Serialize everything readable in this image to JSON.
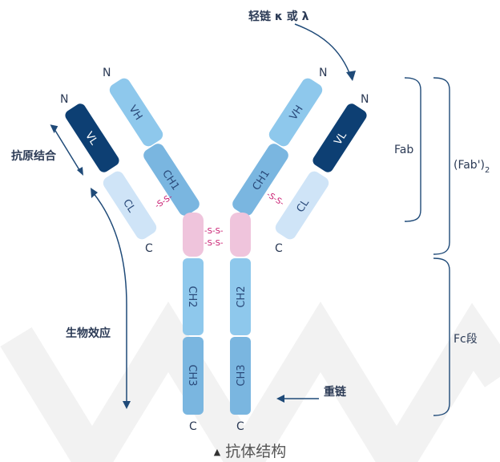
{
  "domains": {
    "left_vl": "VL",
    "left_vh": "VH",
    "left_ch1": "CH1",
    "left_cl": "CL",
    "right_vh": "VH",
    "right_vl": "VL",
    "right_ch1": "CH1",
    "right_cl": "CL",
    "ch2_left": "CH2",
    "ch2_right": "CH2",
    "ch3_left": "CH3",
    "ch3_right": "CH3"
  },
  "termini": {
    "n_left_heavy": "N",
    "n_left_light": "N",
    "n_right_heavy": "N",
    "n_right_light": "N",
    "c_left_light": "C",
    "c_right_light": "C",
    "c_bottom_left": "C",
    "c_bottom_right": "C"
  },
  "disulfide": {
    "left": "-S-S-",
    "right": "-S-S-",
    "hinge_top": "-S-S-",
    "hinge_bottom": "-S-S-"
  },
  "labels": {
    "light_chain": "轻链 κ 或 λ",
    "antigen_binding": "抗原结合",
    "biological_effect": "生物效应",
    "heavy_chain": "重链",
    "fab": "Fab",
    "fab2_main": "(Fab')",
    "fab2_sub": "2",
    "fc": "Fc段"
  },
  "caption": {
    "marker": "▲",
    "text": "抗体结构"
  },
  "colors": {
    "heavy_chain": "#8ec8ec",
    "heavy_chain_mid": "#7ab6e0",
    "light_chain": "#cfe4f7",
    "variable_light": "#0d3f73",
    "hinge": "#efc4dc",
    "disulfide": "#c8186e",
    "annotation": "#1f4a78"
  }
}
